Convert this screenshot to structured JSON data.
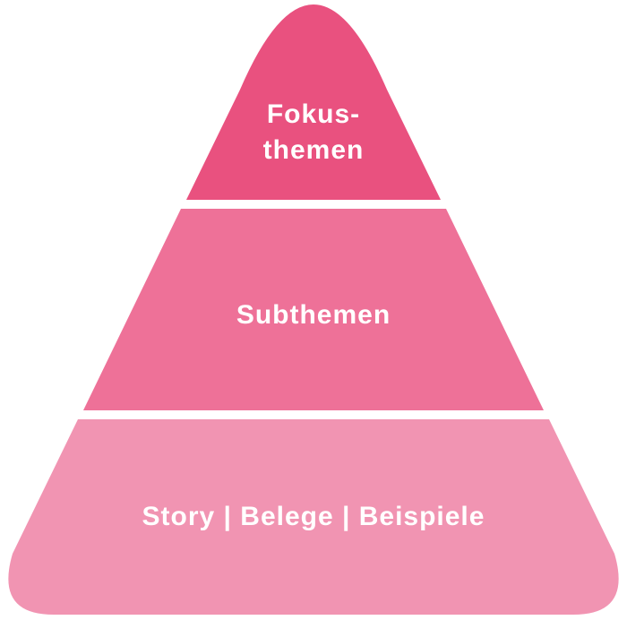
{
  "diagram": {
    "type": "pyramid",
    "background_color": "#ffffff",
    "text_color": "#ffffff",
    "tiers": [
      {
        "level": 1,
        "label": "Fokus-\nthemen",
        "color": "#e9517f"
      },
      {
        "level": 2,
        "label": "Subthemen",
        "color": "#ee7198"
      },
      {
        "level": 3,
        "label": "Story | Belege | Beispiele",
        "color": "#f194b2"
      }
    ]
  }
}
